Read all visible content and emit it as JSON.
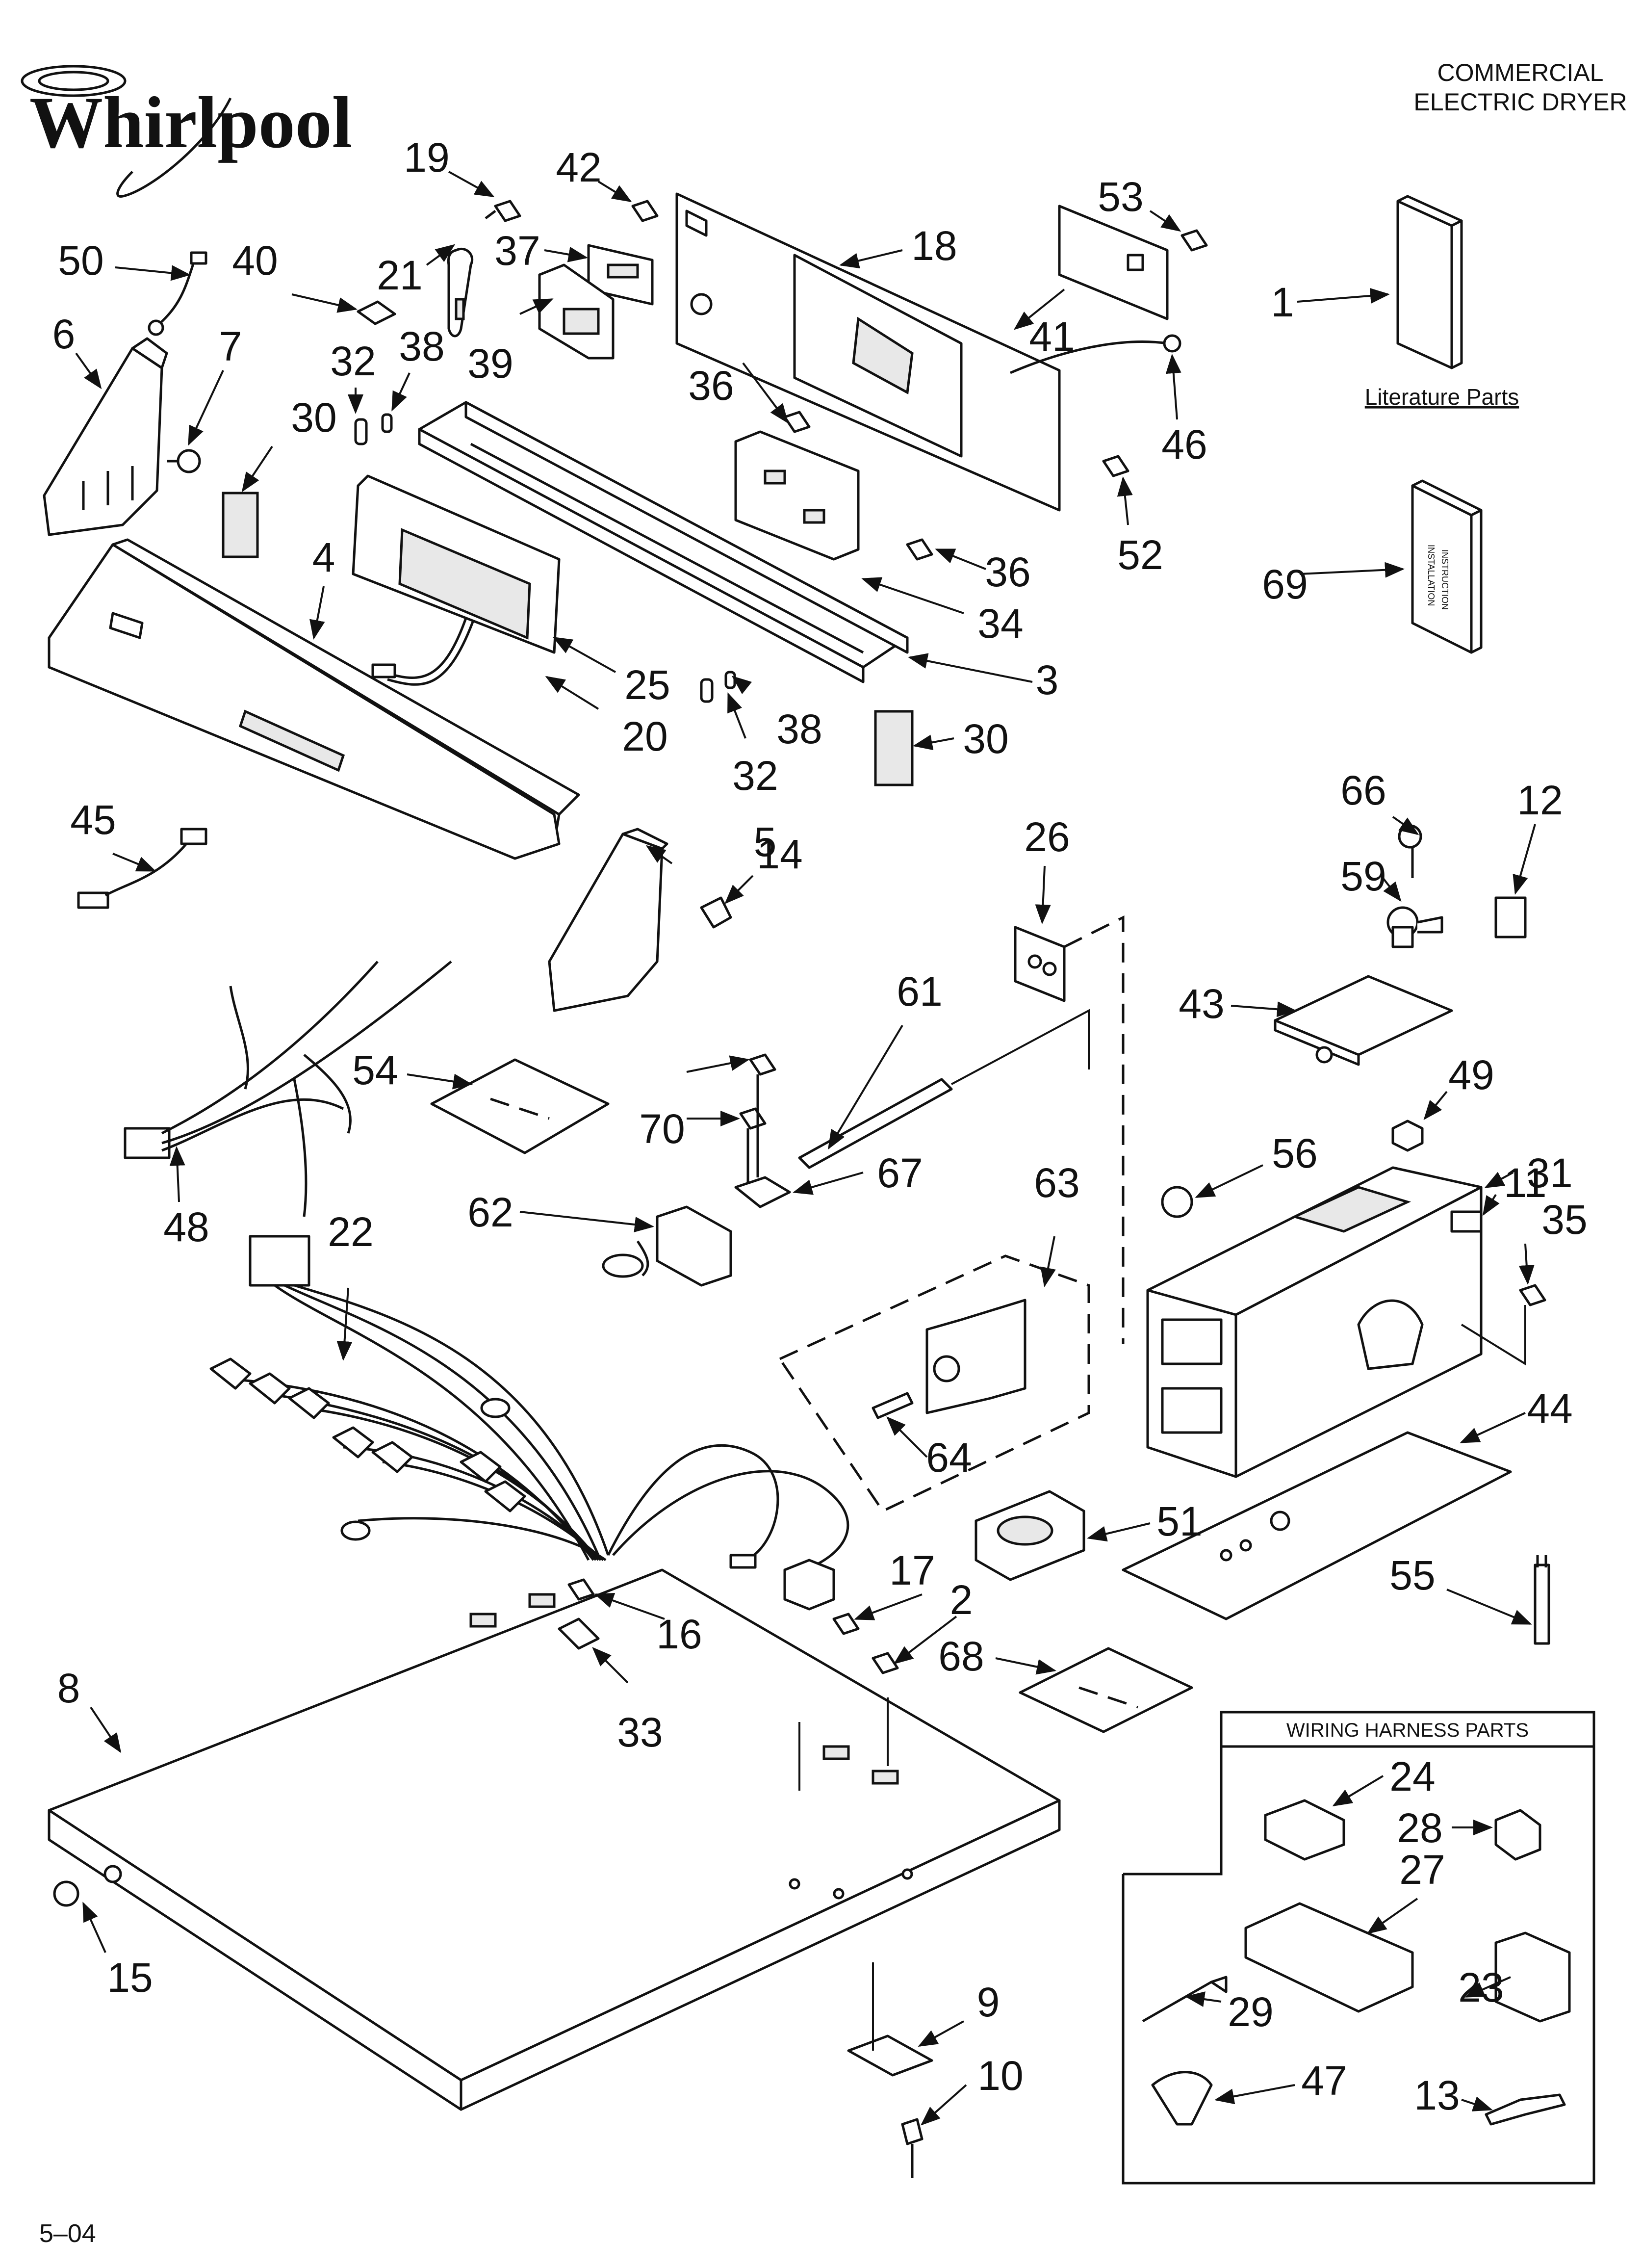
{
  "brand": {
    "name": "Whirlpool"
  },
  "header": {
    "line1": "COMMERCIAL",
    "line2": "ELECTRIC DRYER"
  },
  "literature": {
    "label": "Literature Parts"
  },
  "booklet": {
    "line1": "INSTALLATION",
    "line2": "INSTRUCTION"
  },
  "wiring_box": {
    "title": "WIRING HARNESS PARTS"
  },
  "footer": {
    "code": "5–04"
  },
  "callouts": [
    {
      "id": "c1",
      "label": "1"
    },
    {
      "id": "c2",
      "label": "2"
    },
    {
      "id": "c3",
      "label": "3"
    },
    {
      "id": "c4",
      "label": "4"
    },
    {
      "id": "c5",
      "label": "5"
    },
    {
      "id": "c6",
      "label": "6"
    },
    {
      "id": "c7",
      "label": "7"
    },
    {
      "id": "c8",
      "label": "8"
    },
    {
      "id": "c9",
      "label": "9"
    },
    {
      "id": "c10",
      "label": "10"
    },
    {
      "id": "c11",
      "label": "11"
    },
    {
      "id": "c12",
      "label": "12"
    },
    {
      "id": "c13",
      "label": "13"
    },
    {
      "id": "c14",
      "label": "14"
    },
    {
      "id": "c15",
      "label": "15"
    },
    {
      "id": "c16",
      "label": "16"
    },
    {
      "id": "c17",
      "label": "17"
    },
    {
      "id": "c18",
      "label": "18"
    },
    {
      "id": "c19",
      "label": "19"
    },
    {
      "id": "c20",
      "label": "20"
    },
    {
      "id": "c21",
      "label": "21"
    },
    {
      "id": "c22",
      "label": "22"
    },
    {
      "id": "c23",
      "label": "23"
    },
    {
      "id": "c24",
      "label": "24"
    },
    {
      "id": "c25",
      "label": "25"
    },
    {
      "id": "c26",
      "label": "26"
    },
    {
      "id": "c27",
      "label": "27"
    },
    {
      "id": "c28",
      "label": "28"
    },
    {
      "id": "c29",
      "label": "29"
    },
    {
      "id": "c30a",
      "label": "30"
    },
    {
      "id": "c30b",
      "label": "30"
    },
    {
      "id": "c31",
      "label": "31"
    },
    {
      "id": "c32a",
      "label": "32"
    },
    {
      "id": "c32b",
      "label": "32"
    },
    {
      "id": "c33",
      "label": "33"
    },
    {
      "id": "c34",
      "label": "34"
    },
    {
      "id": "c35",
      "label": "35"
    },
    {
      "id": "c36a",
      "label": "36"
    },
    {
      "id": "c36b",
      "label": "36"
    },
    {
      "id": "c37",
      "label": "37"
    },
    {
      "id": "c38a",
      "label": "38"
    },
    {
      "id": "c38b",
      "label": "38"
    },
    {
      "id": "c39",
      "label": "39"
    },
    {
      "id": "c40",
      "label": "40"
    },
    {
      "id": "c41",
      "label": "41"
    },
    {
      "id": "c42",
      "label": "42"
    },
    {
      "id": "c43",
      "label": "43"
    },
    {
      "id": "c44",
      "label": "44"
    },
    {
      "id": "c45",
      "label": "45"
    },
    {
      "id": "c46",
      "label": "46"
    },
    {
      "id": "c47",
      "label": "47"
    },
    {
      "id": "c48",
      "label": "48"
    },
    {
      "id": "c49",
      "label": "49"
    },
    {
      "id": "c50",
      "label": "50"
    },
    {
      "id": "c51",
      "label": "51"
    },
    {
      "id": "c52",
      "label": "52"
    },
    {
      "id": "c53",
      "label": "53"
    },
    {
      "id": "c54",
      "label": "54"
    },
    {
      "id": "c55",
      "label": "55"
    },
    {
      "id": "c56",
      "label": "56"
    },
    {
      "id": "c59",
      "label": "59"
    },
    {
      "id": "c61",
      "label": "61"
    },
    {
      "id": "c62",
      "label": "62"
    },
    {
      "id": "c63",
      "label": "63"
    },
    {
      "id": "c64",
      "label": "64"
    },
    {
      "id": "c66",
      "label": "66"
    },
    {
      "id": "c67",
      "label": "67"
    },
    {
      "id": "c68",
      "label": "68"
    },
    {
      "id": "c69",
      "label": "69"
    },
    {
      "id": "c70",
      "label": "70"
    }
  ]
}
